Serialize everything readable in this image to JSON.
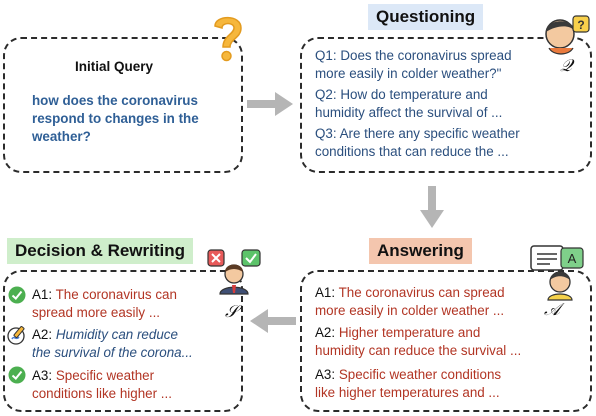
{
  "initial": {
    "heading": "Initial Query",
    "query_lines": [
      "how does the coronavirus",
      "respond to changes in the",
      "weather?"
    ]
  },
  "questioning": {
    "title": "Questioning",
    "symbol": "𝒬",
    "lines": [
      {
        "label": "Q1:",
        "text": "Does the coronavirus spread"
      },
      {
        "label": "",
        "text": "more easily in colder weather?\""
      },
      {
        "label": "Q2:",
        "text": "How do temperature and"
      },
      {
        "label": "",
        "text": "humidity affect the survival of ..."
      },
      {
        "label": "Q3:",
        "text": "Are there any specific weather"
      },
      {
        "label": "",
        "text": "conditions that can reduce the ..."
      }
    ]
  },
  "answering": {
    "title": "Answering",
    "symbol": "𝒜",
    "bubble_letter": "A",
    "lines": [
      {
        "label": "A1:",
        "text": "The coronavirus can spread"
      },
      {
        "label": "",
        "text": "more easily in colder weather ..."
      },
      {
        "label": "A2:",
        "text": "Higher temperature and"
      },
      {
        "label": "",
        "text": "humidity can reduce the survival ..."
      },
      {
        "label": "A3:",
        "text": "Specific weather conditions"
      },
      {
        "label": "",
        "text": "like higher temperatures and ..."
      }
    ]
  },
  "decision": {
    "title": "Decision & Rewriting",
    "symbol": "𝒮",
    "lines": [
      {
        "label": "A1:",
        "text": "The coronavirus can"
      },
      {
        "label": "",
        "text": "spread  more easily ..."
      },
      {
        "label": "A2:",
        "text": "Humidity can reduce"
      },
      {
        "label": "",
        "text": "the survival of the corona..."
      },
      {
        "label": "A3:",
        "text": "Specific weather"
      },
      {
        "label": "",
        "text": "conditions like higher ..."
      }
    ]
  },
  "colors": {
    "question_title_bg": "#dce8f7",
    "answer_title_bg": "#f4c6ae",
    "decision_title_bg": "#cfeecb",
    "question_text": "#2b4f7e",
    "answer_text": "#b23524",
    "arrow": "#b5b5b5",
    "check": "#4caf50"
  }
}
